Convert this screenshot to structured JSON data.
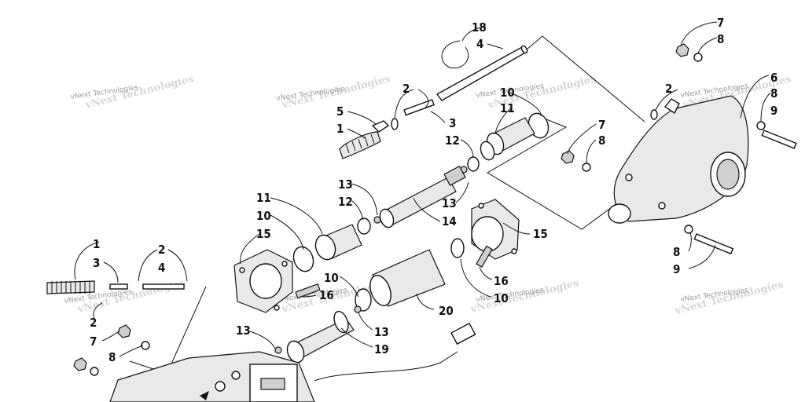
{
  "watermark": "vNext Technologies",
  "callouts": {
    "c18": "18",
    "c4_top": "4",
    "c7_tr": "7",
    "c8_tr": "8",
    "c2_top": "2",
    "c10_top": "10",
    "c11_top": "11",
    "c5": "5",
    "c1_top": "1",
    "c3_top": "3",
    "c12_top": "12",
    "c6": "6",
    "c8_r": "8",
    "c9_r": "9",
    "c2_r": "2",
    "c7_mid": "7",
    "c8_mid": "8",
    "c13_a": "13",
    "c12_b": "12",
    "c13_b": "13",
    "c14": "14",
    "c11_l": "11",
    "c10_l": "10",
    "c15_l": "15",
    "c15_r": "15",
    "c1_l": "1",
    "c3_l": "3",
    "c2_l": "2",
    "c4_l": "4",
    "c10_m": "10",
    "c16_l": "16",
    "c16_r": "16",
    "c10_b": "10",
    "c20": "20",
    "c8_br": "8",
    "c9_br": "9",
    "c2_bl": "2",
    "c7_bl": "7",
    "c8_bl": "8",
    "c13_c": "13",
    "c13_d": "13",
    "c19": "19"
  }
}
